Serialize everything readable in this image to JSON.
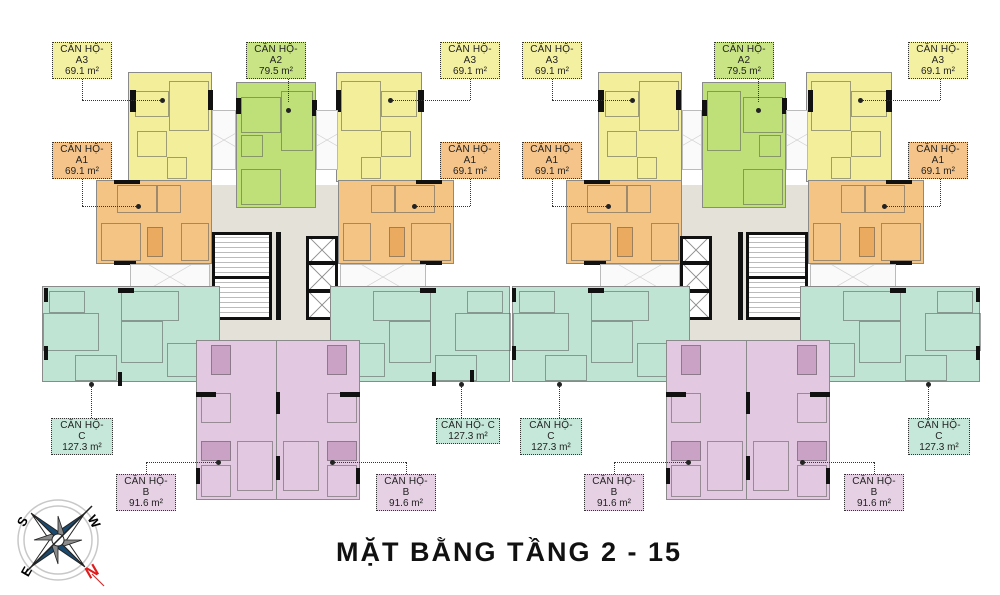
{
  "title": "MẶT BẰNG TẦNG 2 - 15",
  "colors": {
    "A3": "#f2ee9a",
    "A2": "#bfe078",
    "A1": "#f4c484",
    "C": "#bfe4d4",
    "B": "#e2c8e0",
    "core": "#e4e1d8",
    "label_A3": "#f4f0a2",
    "label_A2": "#c8e484",
    "label_A1": "#f4c48a",
    "label_C": "#c6e8da",
    "label_B": "#e6d0e4"
  },
  "buildings": [
    {
      "name": "left-block",
      "labels": [
        {
          "unit": "CĂN HỘ- A3",
          "area": "69.1 m²"
        },
        {
          "unit": "CĂN HỘ- A2",
          "area": "79.5 m²"
        },
        {
          "unit": "CĂN HỘ- A3",
          "area": "69.1 m²"
        },
        {
          "unit": "CĂN HỘ- A1",
          "area": "69.1 m²"
        },
        {
          "unit": "CĂN HỘ- A1",
          "area": "69.1 m²"
        },
        {
          "unit": "CĂN HỘ- C",
          "area": "127.3 m²"
        },
        {
          "unit": "CĂN HỘ- C",
          "area": "127.3 m²"
        },
        {
          "unit": "CĂN HỘ- B",
          "area": "91.6 m²"
        },
        {
          "unit": "CĂN HỘ- B",
          "area": "91.6 m²"
        }
      ]
    },
    {
      "name": "right-block",
      "labels": [
        {
          "unit": "CĂN HỘ- A3",
          "area": "69.1 m²"
        },
        {
          "unit": "CĂN HỘ- A2",
          "area": "79.5 m²"
        },
        {
          "unit": "CĂN HỘ- A3",
          "area": "69.1 m²"
        },
        {
          "unit": "CĂN HỘ- A1",
          "area": "69.1 m²"
        },
        {
          "unit": "CĂN HỘ- A1",
          "area": "69.1 m²"
        },
        {
          "unit": "CĂN HỘ- C",
          "area": "127.3 m²"
        },
        {
          "unit": "CĂN HỘ- C",
          "area": "127.3 m²"
        },
        {
          "unit": "CĂN HỘ- B",
          "area": "91.6 m²"
        },
        {
          "unit": "CĂN HỘ- B",
          "area": "91.6 m²"
        }
      ]
    }
  ],
  "compass": {
    "letters": {
      "n": "N",
      "s": "S",
      "e": "E",
      "w": "W"
    }
  }
}
